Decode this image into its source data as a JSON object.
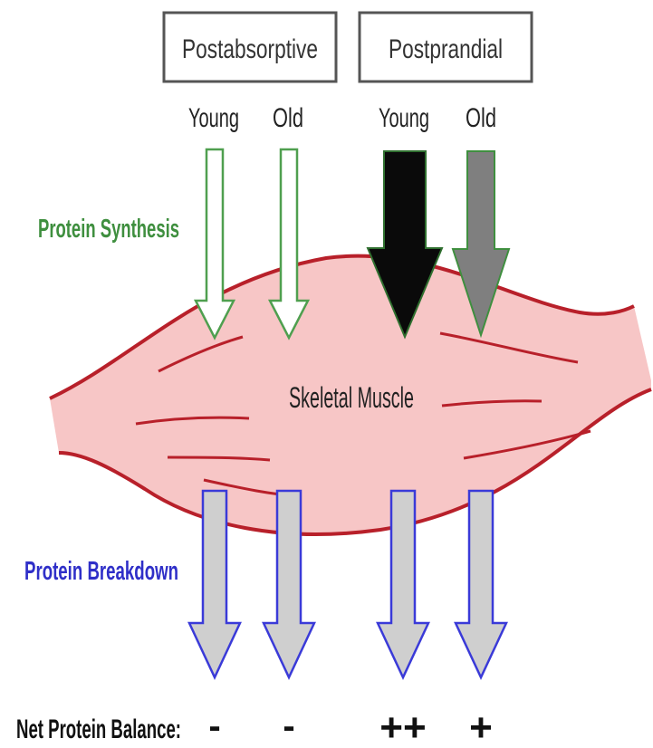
{
  "conditions": [
    {
      "label": "Postabsorptive",
      "groups": [
        "Young",
        "Old"
      ]
    },
    {
      "label": "Postprandial",
      "groups": [
        "Young",
        "Old"
      ]
    }
  ],
  "labels": {
    "synthesis": "Protein Synthesis",
    "breakdown": "Protein Breakdown",
    "muscle": "Skeletal Muscle",
    "net_balance": "Net Protein Balance:"
  },
  "net_balance_values": [
    "-",
    "-",
    "++",
    "+"
  ],
  "colors": {
    "synthesis_text": "#3f8f3f",
    "breakdown_text": "#2f2fc8",
    "muscle_fill": "#f7c6c6",
    "muscle_stroke": "#b8202a",
    "synthesis_outline": "#4f9f4f",
    "young_fed_arrow": "#0a0a0a",
    "old_fed_arrow": "#7f7f7f",
    "breakdown_fill": "#cfcfcf",
    "breakdown_outline": "#3a3ad8"
  }
}
